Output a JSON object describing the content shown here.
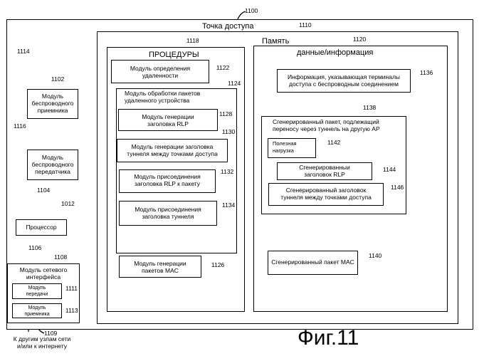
{
  "access_point": {
    "title": "Точка доступа",
    "ref": "1100",
    "ref2": "1110"
  },
  "memory": {
    "title": "Память"
  },
  "procedures": {
    "title": "ПРОЦЕДУРЫ",
    "ref": "1118",
    "remoteness": {
      "label": "Модуль определения\nудаленности",
      "ref": "1122"
    },
    "remote_processing": {
      "label": "Модуль обработки пакетов\nудаленного устройства",
      "ref": "1124"
    },
    "rlp_header_gen": {
      "label": "Модуль генерации\nзаголовка RLP",
      "ref": "1128"
    },
    "tunnel_header_gen": {
      "label": "Модуль генерации заголовка\nтуннеля между точками доступа",
      "ref": "1130"
    },
    "rlp_attach": {
      "label": "Модуль присоединения\nзаголовка RLP к пакету",
      "ref": "1132"
    },
    "tunnel_attach": {
      "label": "Модуль присоединения\nзаголовка туннеля",
      "ref": "1134"
    },
    "mac_gen": {
      "label": "Модуль генерации\nпакетов MAC",
      "ref": "1126"
    }
  },
  "data_info": {
    "title": "данные/информация",
    "ref": "1120",
    "terminals_info": {
      "label": "Информация, указывающая терминалы\nдоступа с беспроводным соединением",
      "ref": "1136"
    },
    "generated_packet": {
      "label": "Сгенерированный пакет, подлежащий\nпереносу через туннель на другую АР",
      "ref": "1138"
    },
    "payload": {
      "label": "Полезная\nнагрузка",
      "ref": "1142"
    },
    "rlp_header": {
      "label": "Сгенерированныи\nзаголовок RLP",
      "ref": "1144"
    },
    "tunnel_header": {
      "label": "Сгенерированный заголовок\nтуннеля между точками доступа",
      "ref": "1146"
    },
    "mac_packet": {
      "label": "Сгенерированный пакет MAC",
      "ref": "1140"
    }
  },
  "left": {
    "receiver": {
      "label": "Модуль\nбеспроводного\nприемника",
      "ref": "1102",
      "antenna_ref": "1114"
    },
    "transmitter": {
      "label": "Модуль\nбеспроводного\nпередатчика",
      "ref": "1104",
      "antenna_ref": "1116"
    },
    "bus_ref": "1012",
    "processor": {
      "label": "Процессор",
      "ref": "1106"
    },
    "net_if": {
      "label": "Модуль сетевого\nинтерфейса",
      "ref": "1108"
    },
    "tx_mod": {
      "label": "Модуль\nпередачи",
      "ref": "1111"
    },
    "rx_mod": {
      "label": "Модуль\nприемника",
      "ref": "1113"
    },
    "other_nodes": {
      "label": "К другим узлам сети\nи/или к интернету",
      "ref": "1109"
    }
  },
  "figure_label": "Фиг.11"
}
